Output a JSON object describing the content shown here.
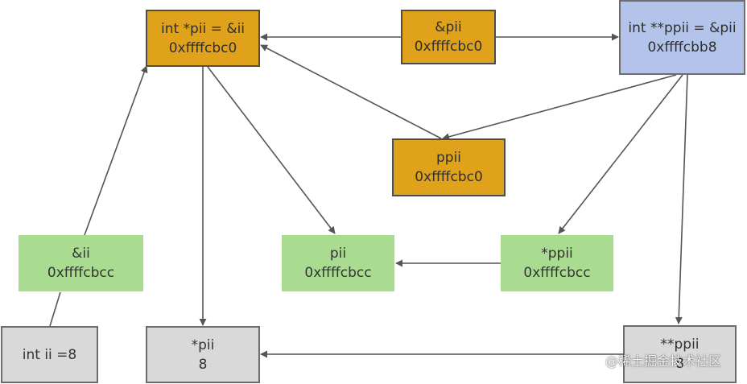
{
  "nodes": {
    "pii_decl": {
      "line1": "int *pii = &ii",
      "line2": "0xffffcbc0"
    },
    "addr_pii": {
      "line1": "&pii",
      "line2": "0xffffcbc0"
    },
    "ppii_decl": {
      "line1": "int **ppii = &pii",
      "line2": "0xffffcbb8"
    },
    "ppii_val": {
      "line1": "ppii",
      "line2": "0xffffcbc0"
    },
    "addr_ii": {
      "line1": "&ii",
      "line2": "0xffffcbcc"
    },
    "pii_val": {
      "line1": "pii",
      "line2": "0xffffcbcc"
    },
    "deref_ppii": {
      "line1": "*ppii",
      "line2": "0xffffcbcc"
    },
    "ii_decl": {
      "line1": "int ii =8"
    },
    "deref_pii": {
      "line1": "*pii",
      "line2": "8"
    },
    "dderef_ppii": {
      "line1": "**ppii",
      "line2": "8"
    }
  },
  "colors": {
    "orange": "#e0a21a",
    "blue": "#b4c3ea",
    "green": "#a9dc90",
    "gray": "#d9d9d9",
    "arrow": "#555555"
  },
  "watermark": "@稀土掘金技术社区"
}
